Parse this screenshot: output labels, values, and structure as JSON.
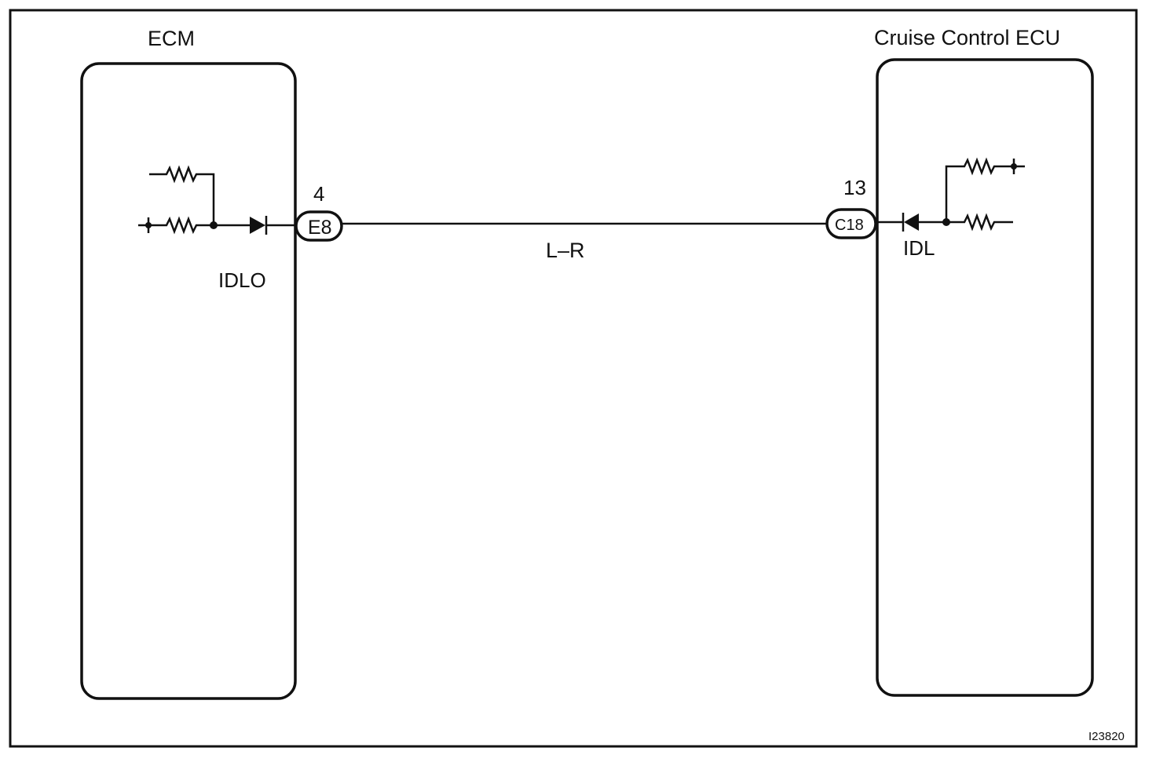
{
  "diagram": {
    "ecm": {
      "title": "ECM",
      "signal": "IDLO",
      "connector": "E8",
      "pin": "4"
    },
    "cruise_ecu": {
      "title": "Cruise Control ECU",
      "signal": "IDL",
      "connector": "C18",
      "pin": "13"
    },
    "wire": {
      "color_code": "L–R"
    },
    "figure_code": "I23820"
  }
}
